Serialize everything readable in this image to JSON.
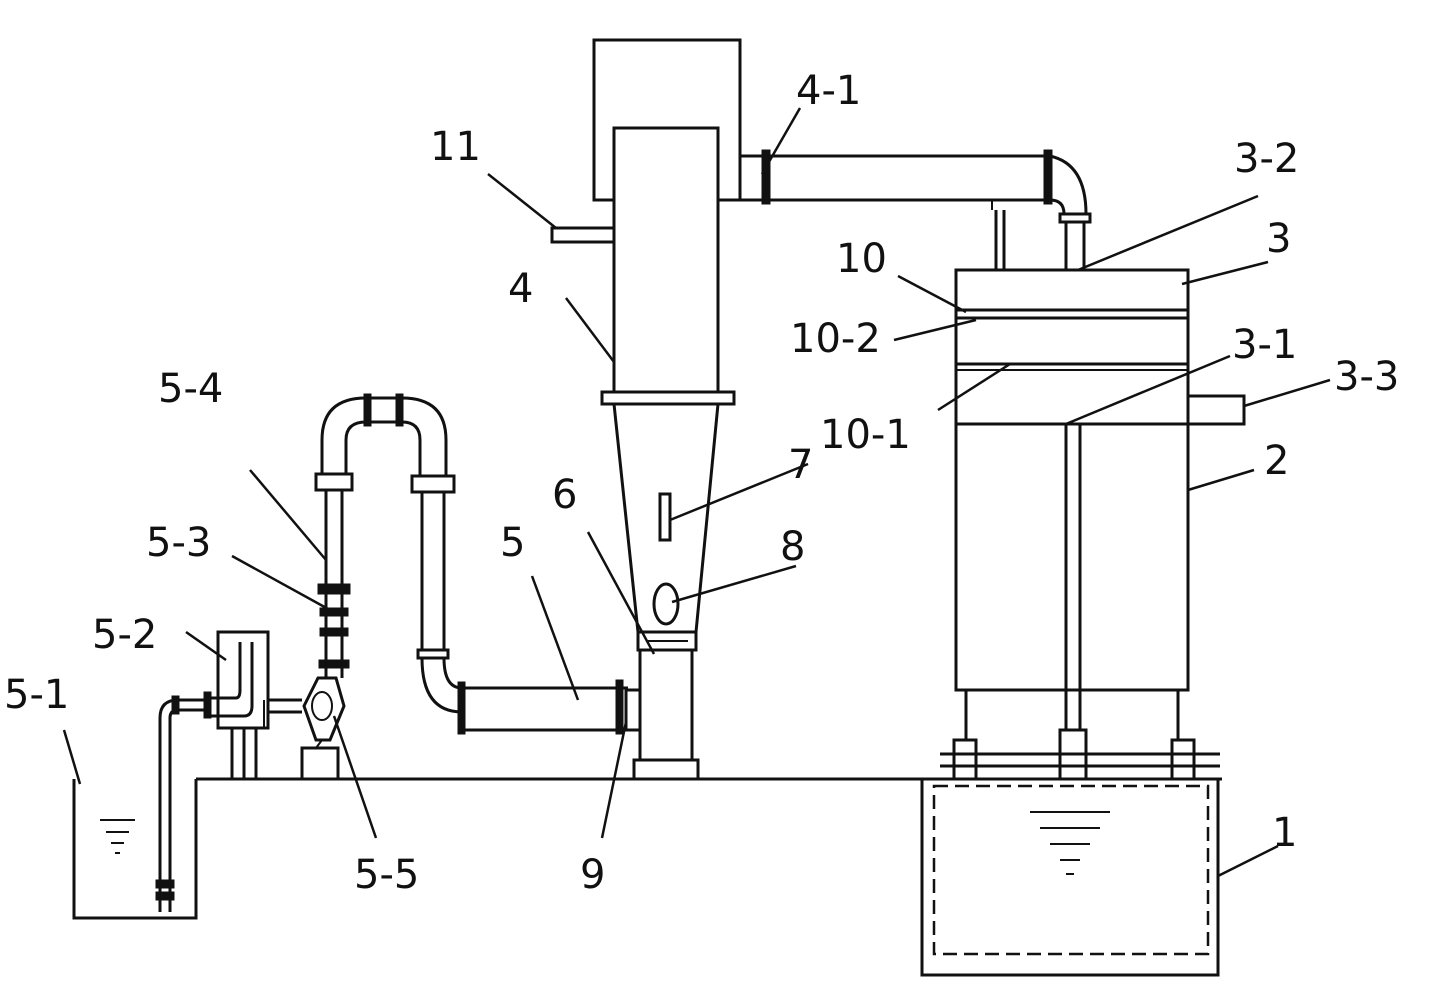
{
  "labels": {
    "l1": "1",
    "l2": "2",
    "l3": "3",
    "l3_1": "3-1",
    "l3_2": "3-2",
    "l3_3": "3-3",
    "l4": "4",
    "l4_1": "4-1",
    "l5": "5",
    "l5_1": "5-1",
    "l5_2": "5-2",
    "l5_3": "5-3",
    "l5_4": "5-4",
    "l5_5": "5-5",
    "l6": "6",
    "l7": "7",
    "l8": "8",
    "l9": "9",
    "l10": "10",
    "l10_1": "10-1",
    "l10_2": "10-2",
    "l11": "11"
  }
}
